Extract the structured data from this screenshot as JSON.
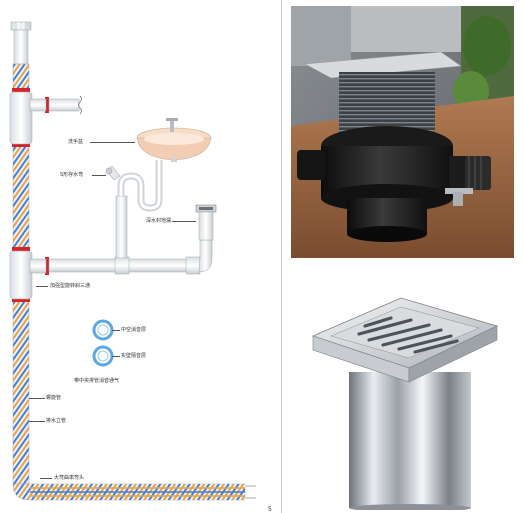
{
  "diagram": {
    "labels": {
      "washbasin": "洗手盆",
      "trap_s": "S形存水弯",
      "floor_drain": "深水封地漏",
      "tee_fitting": "加强型旋转斜三通",
      "pipe_outer": "中空消音层",
      "pipe_inner": "实壁隔音层",
      "pipe_desc": "带中央排管消音通气",
      "pipe_a": "螺旋管",
      "pipe_b": "排水立管",
      "bend": "大弯曲率弯头"
    },
    "page_number": "5",
    "colors": {
      "pipe_red": "#d9222a",
      "stripe_blue": "#4a7fc8",
      "stripe_orange": "#e8a24a",
      "basin": "#f2cdb4"
    }
  },
  "photos": {
    "top": {
      "icons": [
        "black-drain-trap-photo"
      ]
    },
    "bottom": {
      "icons": [
        "stainless-floor-drain-photo"
      ]
    }
  }
}
